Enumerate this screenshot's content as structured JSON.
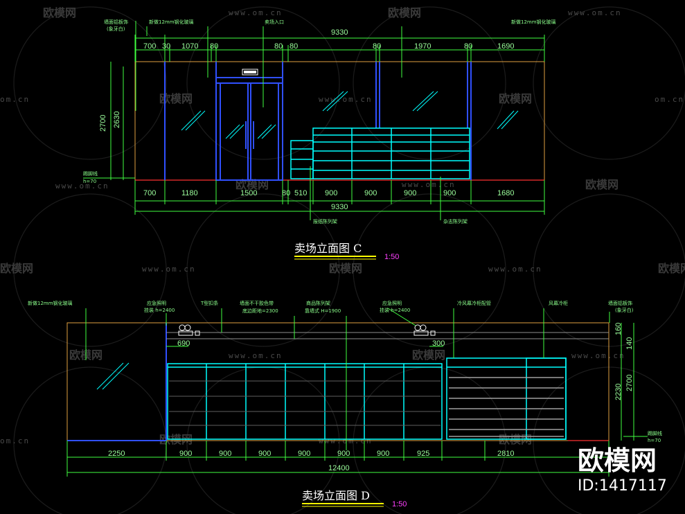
{
  "watermark": {
    "brand": "欧模网",
    "url": "www.om.cn",
    "url_short": "om.cn"
  },
  "brand_logo": {
    "text": "欧模网",
    "id": "ID:1417117"
  },
  "elevation_c": {
    "title": "卖场立面图 C",
    "scale": "1:50",
    "top_dims": [
      "700",
      "30",
      "1070",
      "80",
      "80",
      "80",
      "80",
      "1970",
      "80",
      "1690"
    ],
    "overall_top": "9330",
    "bottom_dims": [
      "700",
      "1180",
      "1500",
      "80",
      "510",
      "900",
      "900",
      "900",
      "900",
      "1680"
    ],
    "overall_bottom": "9330",
    "height_dims": [
      "2700",
      "2630"
    ],
    "labels": {
      "wall_tile": "墙面铝板饰",
      "wall_tile_sub": "(象牙白)",
      "glass_left": "新做12mm钢化玻璃",
      "entrance": "卖场入口",
      "glass_right": "新做12mm钢化玻璃",
      "skirting": "踢脚线",
      "skirting_h": "h=70",
      "rack_a": "报纸陈列架",
      "rack_b": "杂志陈列架"
    }
  },
  "elevation_d": {
    "title": "卖场立面图 D",
    "scale": "1:50",
    "bottom_dims": [
      "2250",
      "900",
      "900",
      "900",
      "900",
      "900",
      "900",
      "925",
      "2810"
    ],
    "overall": "12400",
    "right_dims": [
      "160",
      "140",
      "2230",
      "2700"
    ],
    "small_dims": [
      "690",
      "300"
    ],
    "labels": {
      "glass": "新做12mm钢化玻璃",
      "emergency_light_1": "应急照明",
      "emergency_light_1_h": "挂装 h=2400",
      "t_strip": "T型扣条",
      "mirror": "墙面不干胶色带",
      "mirror_sub": "底边距地=2300",
      "shelf": "商品陈列架",
      "shelf_sub": "靠墙式 H=1900",
      "emergency_light_2": "应急照明",
      "emergency_light_2_h": "挂装 h=2400",
      "cooler_pipe": "冷风幕冷柜配管",
      "cooler": "风幕冷柜",
      "wall_tile": "墙面铝板饰",
      "wall_tile_sub": "(象牙白)",
      "skirting": "踢脚线",
      "skirting_h": "h=70"
    }
  }
}
